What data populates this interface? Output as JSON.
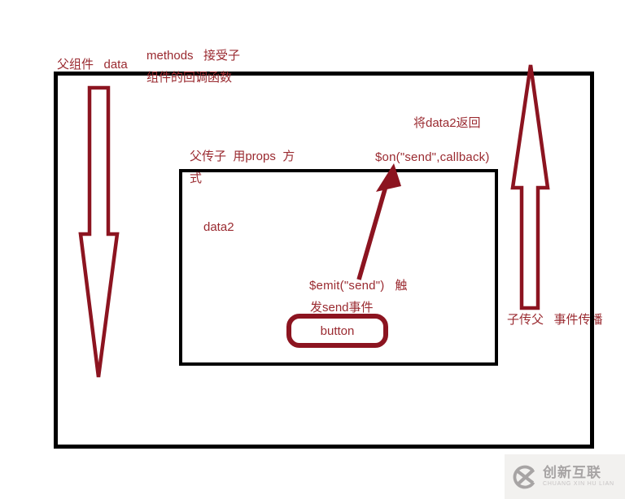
{
  "colors": {
    "ink": "#8c1420",
    "text": "#9a2a30",
    "box_border": "#000000",
    "watermark_bg": "#f2f1ef",
    "watermark_fg": "#a7a4a4",
    "watermark_sub": "#c6c3c3"
  },
  "labels": {
    "parent_header": "父组件   data",
    "methods_line1": "methods   接受子",
    "methods_line2": "组件的回调函数",
    "return_data2": "将data2返回",
    "props_line1": "父传子  用props  方",
    "props_line2": "式",
    "on_handler": "$on(\"send\",callback)",
    "data2": "data2",
    "emit_line1": "$emit(\"send\")   触",
    "emit_line2": "发send事件",
    "button": "button",
    "child_to_parent": "子传父   事件传播"
  },
  "boxes": [
    {
      "name": "parent-component-box",
      "role": "父组件容器"
    },
    {
      "name": "child-component-box",
      "role": "子组件容器"
    }
  ],
  "arrows": [
    {
      "name": "parent-to-child-arrow",
      "direction": "down",
      "style": "hollow-outline"
    },
    {
      "name": "emit-to-on-arrow",
      "direction": "up-right",
      "style": "solid-line"
    },
    {
      "name": "child-to-parent-arrow",
      "direction": "up",
      "style": "hollow-outline"
    }
  ],
  "icons": {
    "watermark_logo": "circle-x-logo"
  },
  "watermark": {
    "brand": "创新互联",
    "subtext": "CHUANG XIN HU LIAN"
  }
}
